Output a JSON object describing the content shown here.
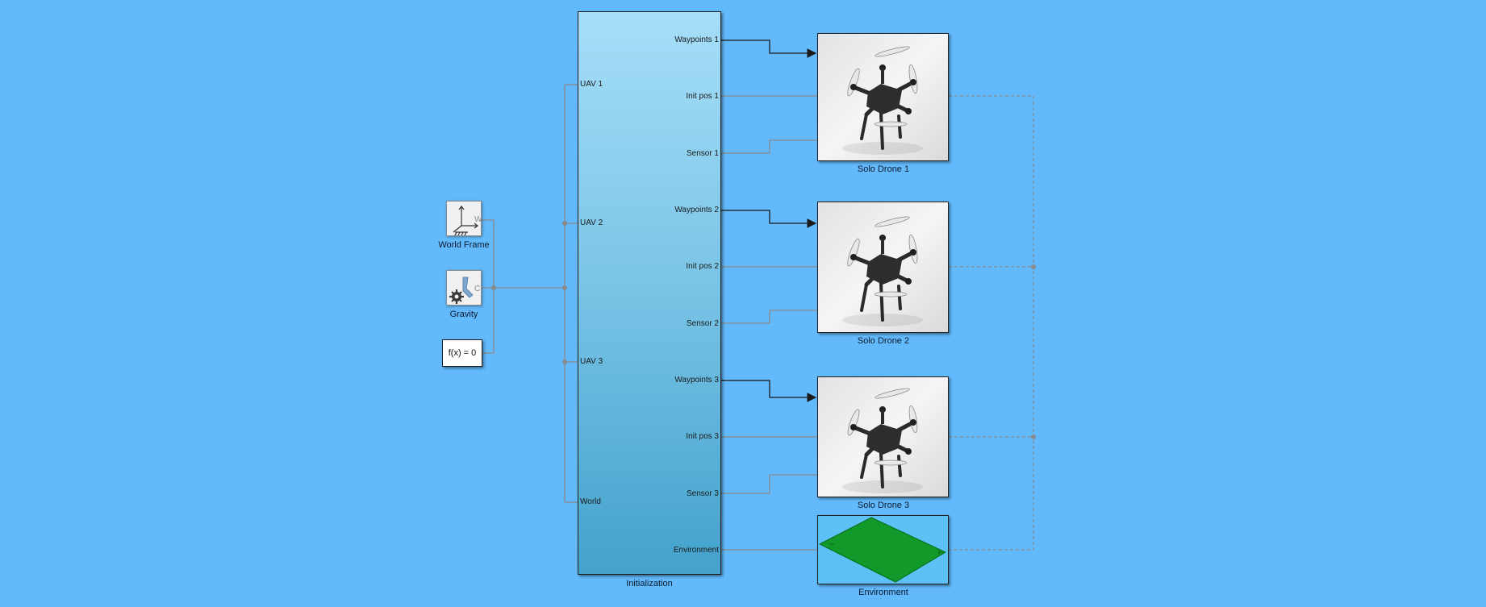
{
  "colors": {
    "canvas_background": "#62b9fb",
    "signal_line": "#1a1a1a",
    "physical_connection": "#8a8a8a",
    "subsystem_gradient_top": "#a6def8",
    "subsystem_gradient_bottom": "#43a2cc",
    "environment_plane": "#119a2a"
  },
  "world_frame": {
    "name": "World Frame",
    "port_label": "W",
    "icon": "world-frame-axes-icon"
  },
  "gravity": {
    "name": "Gravity",
    "port_label": "C",
    "icon": "gravity-gear-icon"
  },
  "solver": {
    "label": "f(x) = 0"
  },
  "initialization": {
    "name": "Initialization",
    "inputs": [
      "UAV 1",
      "UAV 2",
      "UAV 3",
      "World"
    ],
    "outputs": [
      "Waypoints 1",
      "Init pos 1",
      "Sensor 1",
      "Waypoints 2",
      "Init pos 2",
      "Sensor 2",
      "Waypoints 3",
      "Init pos 3",
      "Sensor 3",
      "Environment"
    ]
  },
  "drones": [
    {
      "name": "Solo Drone 1",
      "icon": "quadcopter-icon"
    },
    {
      "name": "Solo Drone 2",
      "icon": "quadcopter-icon"
    },
    {
      "name": "Solo Drone 3",
      "icon": "quadcopter-icon"
    }
  ],
  "environment": {
    "name": "Environment",
    "icon": "ground-plane-icon"
  }
}
